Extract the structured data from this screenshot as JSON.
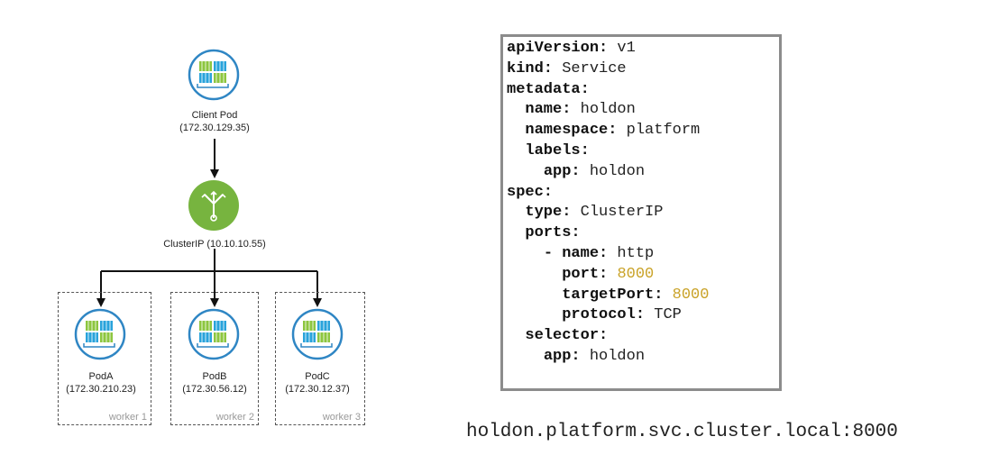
{
  "diagram": {
    "client": {
      "name": "Client Pod",
      "ip": "(172.30.129.35)"
    },
    "service": {
      "name": "ClusterIP (10.10.10.55)"
    },
    "pods": [
      {
        "name": "PodA",
        "ip": "(172.30.210.23)",
        "worker": "worker 1"
      },
      {
        "name": "PodB",
        "ip": "(172.30.56.12)",
        "worker": "worker 2"
      },
      {
        "name": "PodC",
        "ip": "(172.30.12.37)",
        "worker": "worker 3"
      }
    ],
    "colors": {
      "pod_ring": "#2f86c4",
      "service_green": "#77b43f",
      "container_green": "#8dc63f",
      "container_blue": "#29a3db"
    }
  },
  "yaml": {
    "lines": [
      {
        "indent": "",
        "key": "apiVersion:",
        "value": " v1",
        "num": ""
      },
      {
        "indent": "",
        "key": "kind:",
        "value": " Service",
        "num": ""
      },
      {
        "indent": "",
        "key": "metadata:",
        "value": "",
        "num": ""
      },
      {
        "indent": "  ",
        "key": "name:",
        "value": " holdon",
        "num": ""
      },
      {
        "indent": "  ",
        "key": "namespace:",
        "value": " platform",
        "num": ""
      },
      {
        "indent": "  ",
        "key": "labels:",
        "value": "",
        "num": ""
      },
      {
        "indent": "    ",
        "key": "app:",
        "value": " holdon",
        "num": ""
      },
      {
        "indent": "",
        "key": "spec:",
        "value": "",
        "num": ""
      },
      {
        "indent": "  ",
        "key": "type:",
        "value": " ClusterIP",
        "num": ""
      },
      {
        "indent": "  ",
        "key": "ports:",
        "value": "",
        "num": ""
      },
      {
        "indent": "    ",
        "key": "- name:",
        "value": " http",
        "num": ""
      },
      {
        "indent": "      ",
        "key": "port:",
        "value": " ",
        "num": "8000"
      },
      {
        "indent": "      ",
        "key": "targetPort:",
        "value": " ",
        "num": "8000"
      },
      {
        "indent": "      ",
        "key": "protocol:",
        "value": " TCP",
        "num": ""
      },
      {
        "indent": "  ",
        "key": "selector:",
        "value": "",
        "num": ""
      },
      {
        "indent": "    ",
        "key": "app:",
        "value": " holdon",
        "num": ""
      }
    ],
    "number_color": "#c9a227"
  },
  "dns": "holdon.platform.svc.cluster.local:8000"
}
